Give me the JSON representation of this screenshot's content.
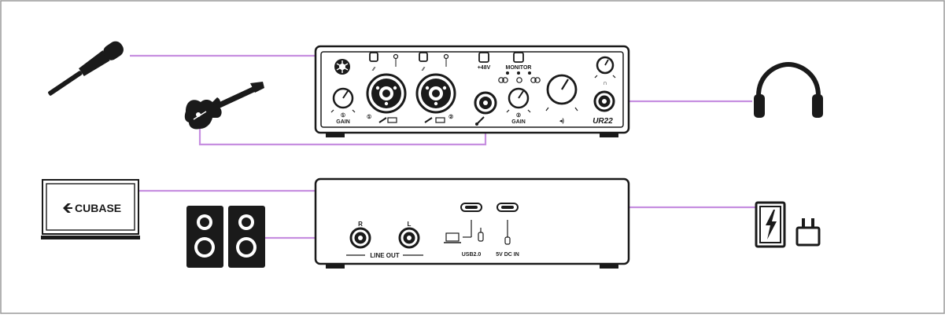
{
  "frame": {
    "border_color": "#9a9a9a"
  },
  "colors": {
    "cable": "#c68ee0",
    "device_outline": "#1a1a1a",
    "icon_fill": "#1a1a1a"
  },
  "front_panel": {
    "input1_num": "①",
    "input2_num": "②",
    "gain1_num": "①",
    "gain2_num": "②",
    "gain1_label": "GAIN",
    "gain2_label": "GAIN",
    "phantom_label": "+48V",
    "monitor_label": "MONITOR",
    "headphone_symbol": "∩",
    "speaker_symbol": "◂)",
    "logo": "UR22"
  },
  "rear_panel": {
    "r_label": "R",
    "l_label": "L",
    "line_out_label": "LINE OUT",
    "usb_label": "USB2.0",
    "dc_label": "5V DC IN"
  },
  "computer": {
    "logo_text": "CUBASE",
    "icon": "cubase-logo-icon"
  },
  "icons": [
    "microphone-icon",
    "guitar-icon",
    "headphones-icon",
    "speakers-icon",
    "power-bank-icon",
    "power-plug-icon"
  ]
}
